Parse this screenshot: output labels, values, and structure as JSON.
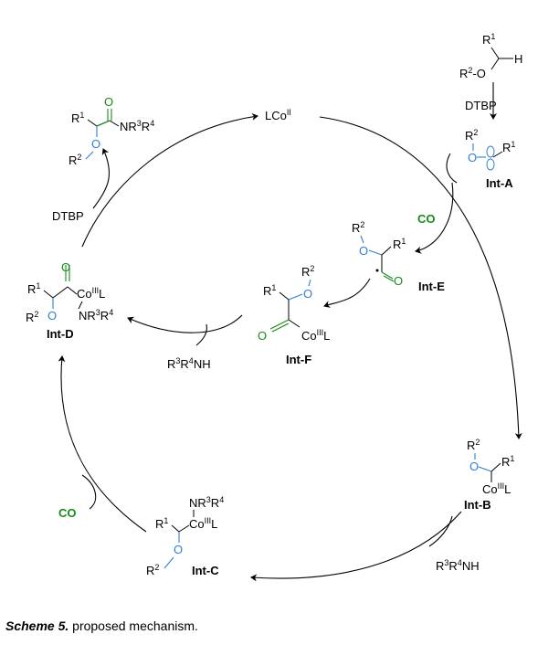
{
  "cycle": {
    "catalyst": "LCo",
    "catalyst_ox": "II"
  },
  "substrate": {
    "r1": "R",
    "r1_sup": "1",
    "r2": "R",
    "r2_sup": "2",
    "o": "O",
    "h": "H",
    "dtbp": "DTBP"
  },
  "intermediates": {
    "a": "Int-A",
    "b": "Int-B",
    "c": "Int-C",
    "d": "Int-D",
    "e": "Int-E",
    "f": "Int-F"
  },
  "reagents": {
    "co": "CO",
    "amine_r3": "R",
    "amine_r3_sup": "3",
    "amine_r4": "R",
    "amine_r4_sup": "4",
    "amine_nh": "NH",
    "dtbp": "DTBP"
  },
  "groups": {
    "nr3r4": "NR",
    "co_iii": "Co",
    "iii": "III",
    "l": "L",
    "o": "O"
  },
  "caption": {
    "label": "Scheme 5.",
    "text": " proposed mechanism."
  },
  "colors": {
    "oxygen_blue": "#2e7fd4",
    "carbonyl_green": "#1a8a1a",
    "arrow": "#000000"
  }
}
